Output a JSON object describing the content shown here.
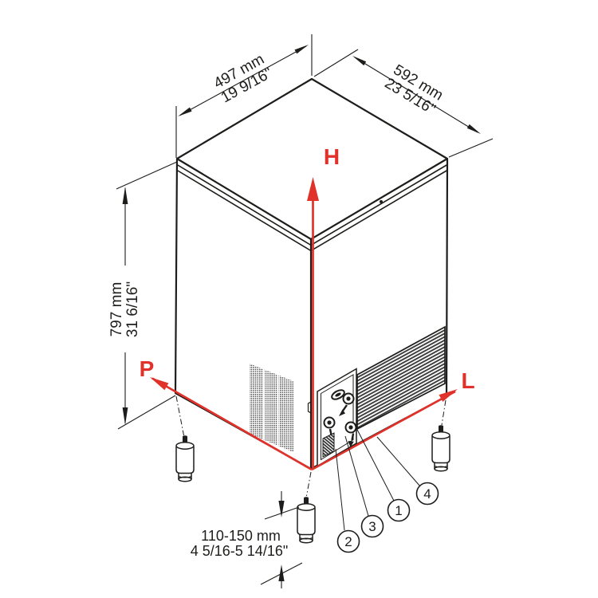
{
  "title": "Ice maker cabinet dimension drawing",
  "dimensions": {
    "width_mm": "497 mm",
    "width_in": "19 9/16\"",
    "depth_mm": "592 mm",
    "depth_in": "23 5/16\"",
    "height_mm": "797 mm",
    "height_in": "31 6/16\"",
    "foot_mm": "110-150 mm",
    "foot_in": "4 5/16-5 14/16\""
  },
  "axes": {
    "h": "H",
    "p": "P",
    "l": "L"
  },
  "callouts": {
    "c1": "1",
    "c2": "2",
    "c3": "3",
    "c4": "4"
  },
  "colors": {
    "accent_red": "#e0322a",
    "line_black": "#1d1d1b",
    "background": "#ffffff"
  }
}
